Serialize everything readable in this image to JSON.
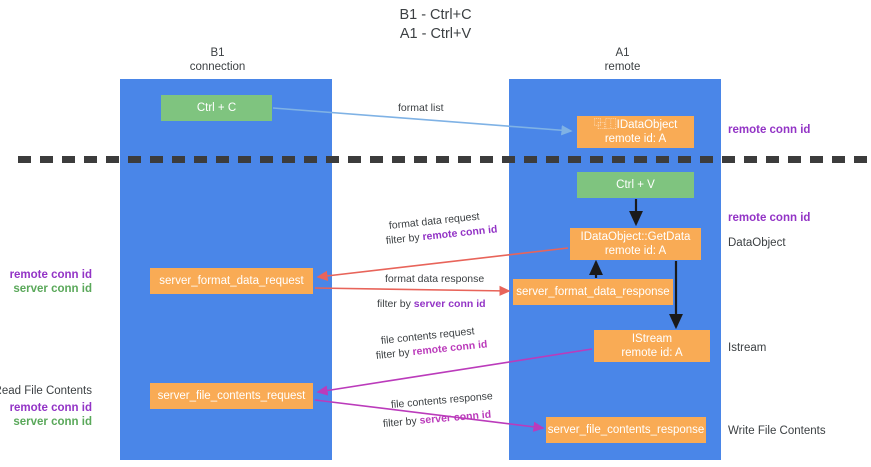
{
  "title": {
    "line1": "B1 - Ctrl+C",
    "line2": "A1 - Ctrl+V"
  },
  "columns": [
    {
      "name": "B1",
      "sub": "connection"
    },
    {
      "name": "A1",
      "sub": "remote"
    }
  ],
  "colors": {
    "lane": "#4a86e8",
    "green_node": "#7fc47f",
    "orange_node": "#f9ab55",
    "separator": "#3c3c3c",
    "arrow_lightblue": "#7fb2e5",
    "arrow_red": "#e8645a",
    "arrow_magenta": "#bb3bbb",
    "arrow_black": "#1a1a1a",
    "purple_text": "#9334c6",
    "green_text": "#5aa85a"
  },
  "nodes": {
    "ctrl_c": {
      "label": "Ctrl + C"
    },
    "idataobject": {
      "label": "⿻⿰IDataObject",
      "sub": "remote id: A"
    },
    "ctrl_v": {
      "label": "Ctrl + V"
    },
    "getdata": {
      "label": "IDataObject::GetData",
      "sub": "remote id: A"
    },
    "server_format_data_request": {
      "label": "server_format_data_request"
    },
    "server_format_data_response": {
      "label": "server_format_data_response"
    },
    "istream": {
      "label": "IStream",
      "sub": "remote id: A"
    },
    "server_file_contents_request": {
      "label": "server_file_contents_request"
    },
    "server_file_contents_response": {
      "label": "server_file_contents_response"
    }
  },
  "edge_labels": {
    "format_list": "format list",
    "format_data_request": "format data request",
    "format_data_request_filter_prefix": "filter by ",
    "format_data_request_filter_key": "remote conn id",
    "format_data_response": "format data response",
    "format_data_response_filter_prefix": "filter by ",
    "format_data_response_filter_key": "server conn id",
    "file_contents_request": "file contents request",
    "file_contents_request_filter_prefix": "filter by ",
    "file_contents_request_filter_key": "remote conn id",
    "file_contents_response": "file contents response",
    "file_contents_response_filter_prefix": "filter by ",
    "file_contents_response_filter_key": "server conn id"
  },
  "annotations": {
    "right": [
      {
        "text": "remote conn id",
        "style": "purple"
      },
      {
        "text": "remote conn id",
        "style": "purple"
      },
      {
        "text": "DataObject",
        "style": "plain"
      },
      {
        "text": "Istream",
        "style": "plain"
      },
      {
        "text": "Write File Contents",
        "style": "plain"
      }
    ],
    "left": [
      {
        "text": "remote conn id",
        "style": "purple"
      },
      {
        "text": "server conn id",
        "style": "green"
      },
      {
        "text": "Read File Contents",
        "style": "plain"
      },
      {
        "text": "remote conn id",
        "style": "purple"
      },
      {
        "text": "server conn id",
        "style": "green"
      }
    ]
  }
}
